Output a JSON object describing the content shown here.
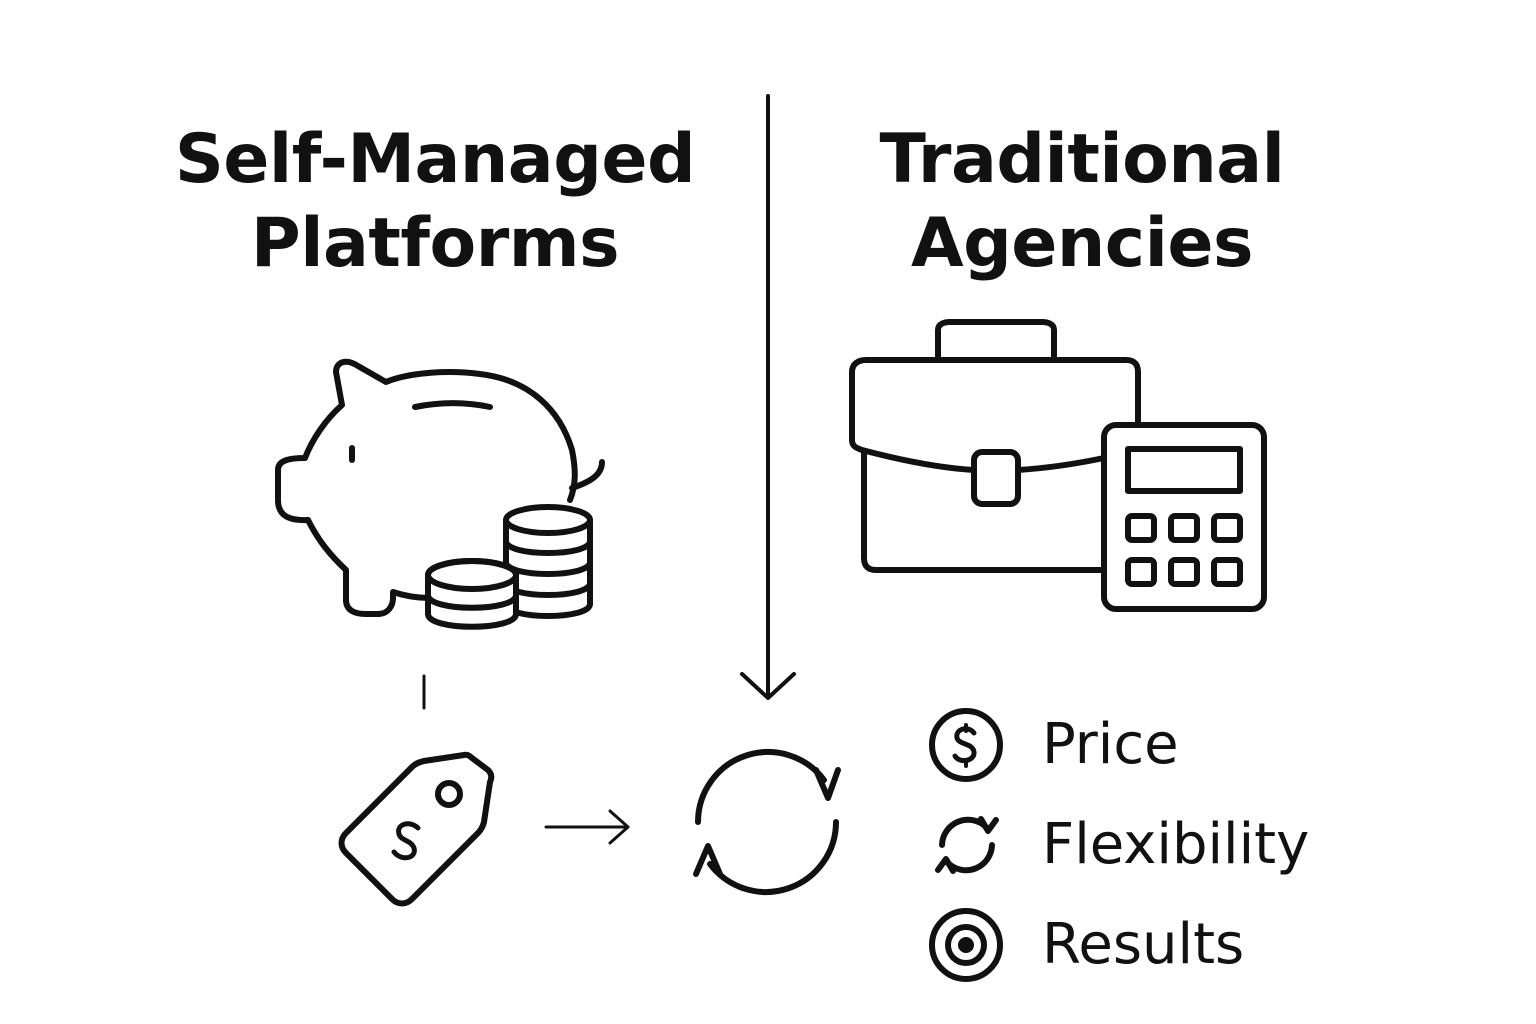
{
  "left": {
    "title_line1": "Self-Managed",
    "title_line2": "Platforms",
    "icon": "piggy-bank-with-coins-icon"
  },
  "right": {
    "title_line1": "Traditional",
    "title_line2": "Agencies",
    "icon": "briefcase-with-calculator-icon"
  },
  "flow": {
    "icons": [
      "price-tag-icon",
      "arrow-right-icon",
      "refresh-cycle-icon",
      "arrow-down-icon"
    ]
  },
  "legend": [
    {
      "label": "Price",
      "icon": "dollar-circle-icon"
    },
    {
      "label": "Flexibility",
      "icon": "refresh-icon"
    },
    {
      "label": "Results",
      "icon": "target-icon"
    }
  ],
  "colors": {
    "ink": "#111111",
    "background": "#ffffff"
  }
}
